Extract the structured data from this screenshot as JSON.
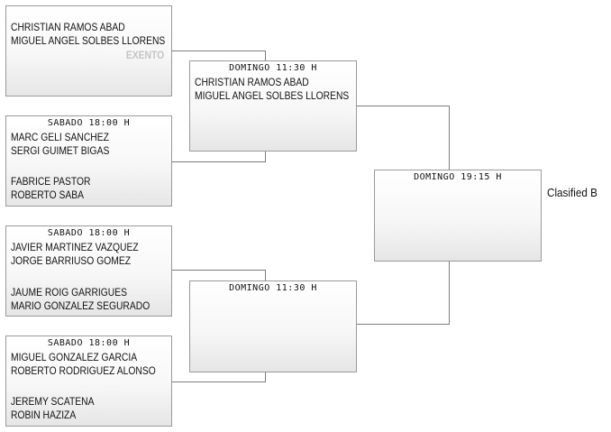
{
  "round1": [
    {
      "header": "",
      "pair1": [
        "CHRISTIAN RAMOS ABAD",
        "MIGUEL ANGEL SOLBES LLORENS"
      ],
      "pair2": [],
      "note": "EXENTO"
    },
    {
      "header": "SABADO 18:00 H",
      "pair1": [
        "MARC GELI SANCHEZ",
        "SERGI GUIMET BIGAS"
      ],
      "pair2": [
        "FABRICE PASTOR",
        "ROBERTO SABA"
      ]
    },
    {
      "header": "SABADO 18:00 H",
      "pair1": [
        "JAVIER MARTINEZ VAZQUEZ",
        "JORGE BARRIUSO GOMEZ"
      ],
      "pair2": [
        "JAUME ROIG GARRIGUES",
        "MARIO GONZALEZ SEGURADO"
      ]
    },
    {
      "header": "SABADO 18:00 H",
      "pair1": [
        "MIGUEL GONZALEZ GARCIA",
        "ROBERTO RODRIGUEZ ALONSO"
      ],
      "pair2": [
        "JEREMY SCATENA",
        "ROBIN HAZIZA"
      ]
    }
  ],
  "round2": [
    {
      "header": "DOMINGO 11:30 H",
      "pair1": [
        "CHRISTIAN RAMOS ABAD",
        "MIGUEL ANGEL SOLBES LLORENS"
      ]
    },
    {
      "header": "DOMINGO 11:30 H",
      "pair1": []
    }
  ],
  "final": {
    "header": "DOMINGO 19:15 H"
  },
  "result_label": "Clasified B"
}
